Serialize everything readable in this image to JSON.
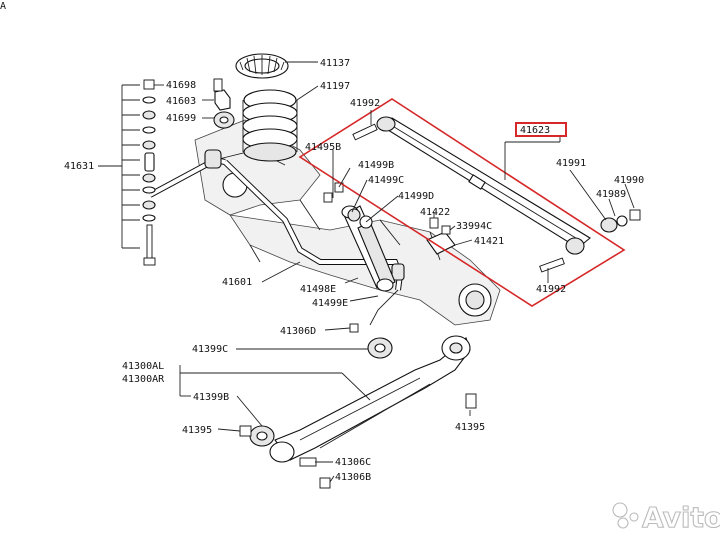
{
  "corner_mark": "A",
  "watermark": "Avito",
  "highlight_color": "#d62828",
  "callouts": {
    "p41137": "41137",
    "p41197": "41197",
    "p41698": "41698",
    "p41603": "41603",
    "p41699": "41699",
    "p41631": "41631",
    "p41992a": "41992",
    "p41495b": "41495B",
    "p41499b": "41499B",
    "p41499c": "41499C",
    "p41499d": "41499D",
    "p41422": "41422",
    "p33994c": "33994C",
    "p41421": "41421",
    "p41623": "41623",
    "p41991": "41991",
    "p41990": "41990",
    "p41989": "41989",
    "p41992b": "41992",
    "p41601": "41601",
    "p41498e": "41498E",
    "p41499e": "41499E",
    "p41306d": "41306D",
    "p41399c": "41399C",
    "p41300al": "41300AL",
    "p41300ar": "41300AR",
    "p41399b": "41399B",
    "p41395a": "41395",
    "p41395b": "41395",
    "p41306c": "41306C",
    "p41306b": "41306B"
  }
}
